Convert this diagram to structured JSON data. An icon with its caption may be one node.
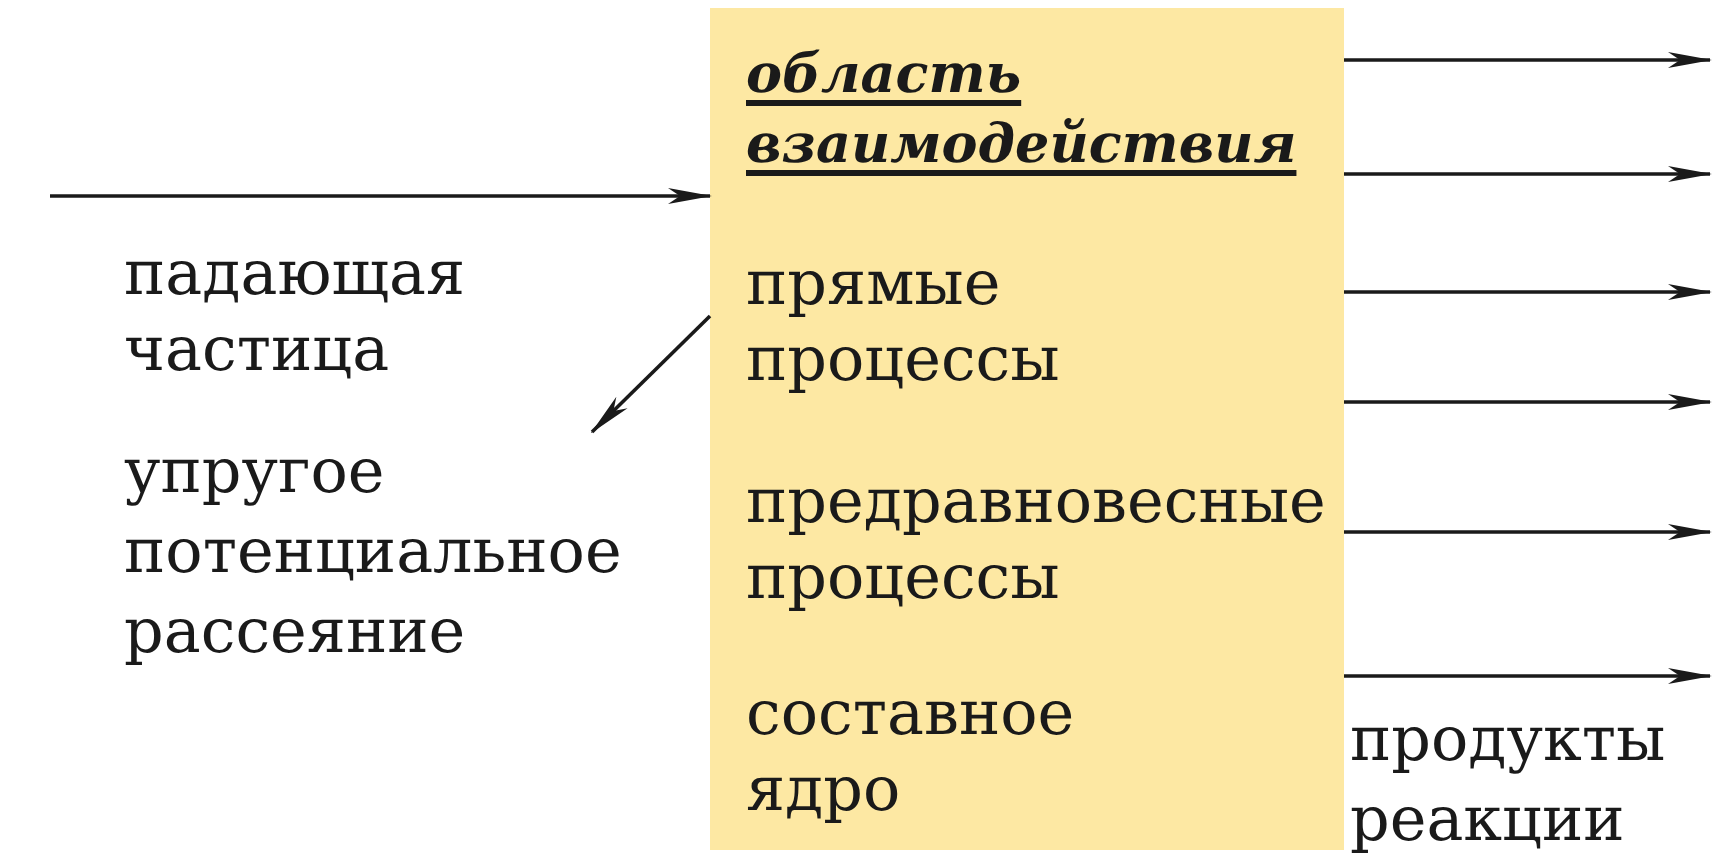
{
  "diagram": {
    "nodes": [
      {
        "text": [
          "область взаимодействия",
          "прямые процессы",
          "предравновесные процессы",
          "составное ядро"
        ]
      },
      {
        "text": [
          "упругое потенциальное рассеяние"
        ]
      }
    ],
    "edges": [
      {
        "from": null,
        "to": 0,
        "arrow": "to"
      },
      {
        "from": 0,
        "to": 1,
        "arrow": "to"
      },
      {
        "from": 0,
        "to": null,
        "arrow": "to"
      },
      {
        "from": 0,
        "to": null,
        "arrow": "to"
      },
      {
        "from": 0,
        "to": null,
        "arrow": "to"
      },
      {
        "from": 0,
        "to": null,
        "arrow": "to"
      },
      {
        "from": 0,
        "to": null,
        "arrow": "to"
      },
      {
        "from": 0,
        "to": null,
        "arrow": "to"
      }
    ],
    "labels": [
      "падающая частица",
      "продукты реакции"
    ]
  }
}
